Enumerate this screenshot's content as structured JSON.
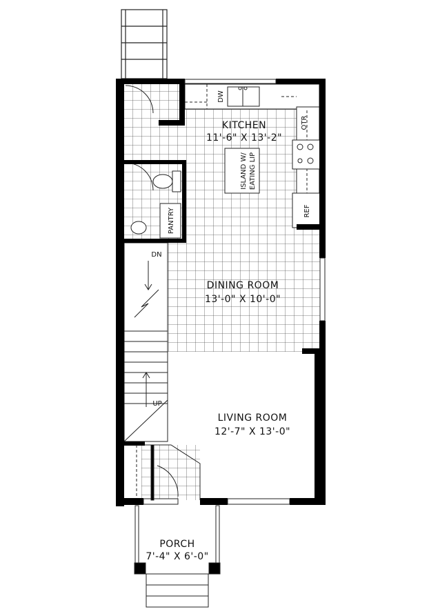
{
  "rooms": {
    "kitchen": {
      "name": "KITCHEN",
      "size": "11'-6\" X 13'-2\""
    },
    "dining": {
      "name": "DINING ROOM",
      "size": "13'-0\" X 10'-0\""
    },
    "living": {
      "name": "LIVING ROOM",
      "size": "12'-7\" X 13'-0\""
    },
    "porch": {
      "name": "PORCH",
      "size": "7'-4\" X 6'-0\""
    }
  },
  "fixtures": {
    "dishwasher": "DW",
    "range_hood": "OTR",
    "island_line1": "ISLAND W/",
    "island_line2": "EATING LIP",
    "refrigerator": "REF",
    "pantry": "PANTRY",
    "stairs_down": "DN",
    "stairs_up": "UP"
  },
  "colors": {
    "wall": "#000000",
    "line": "#222222",
    "background": "#ffffff"
  }
}
